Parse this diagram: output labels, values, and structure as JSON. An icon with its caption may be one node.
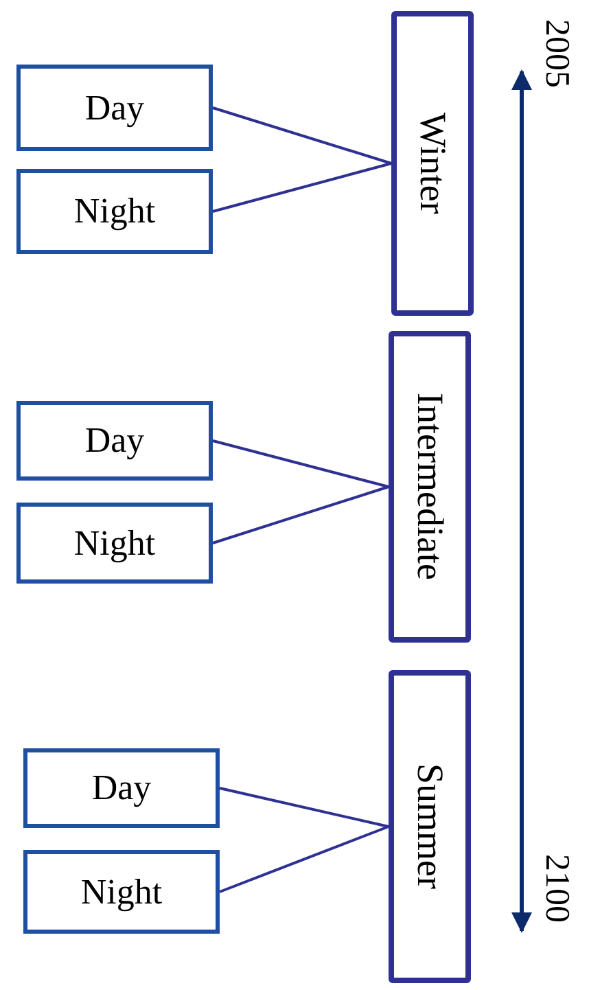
{
  "diagram": {
    "nodes": [
      {
        "text": [
          "Winter"
        ]
      },
      {
        "text": [
          "Day"
        ]
      },
      {
        "text": [
          "Night"
        ]
      },
      {
        "text": [
          "Intermediate"
        ]
      },
      {
        "text": [
          "Day"
        ]
      },
      {
        "text": [
          "Night"
        ]
      },
      {
        "text": [
          "Summer"
        ]
      },
      {
        "text": [
          "Day"
        ]
      },
      {
        "text": [
          "Night"
        ]
      }
    ],
    "edges": [
      {
        "from": 1,
        "to": 0,
        "arrow": "none"
      },
      {
        "from": 2,
        "to": 0,
        "arrow": "none"
      },
      {
        "from": 4,
        "to": 3,
        "arrow": "none"
      },
      {
        "from": 5,
        "to": 3,
        "arrow": "none"
      },
      {
        "from": 7,
        "to": 6,
        "arrow": "none"
      },
      {
        "from": 8,
        "to": 6,
        "arrow": "none"
      }
    ],
    "labels": [
      "2005",
      "2100"
    ]
  }
}
